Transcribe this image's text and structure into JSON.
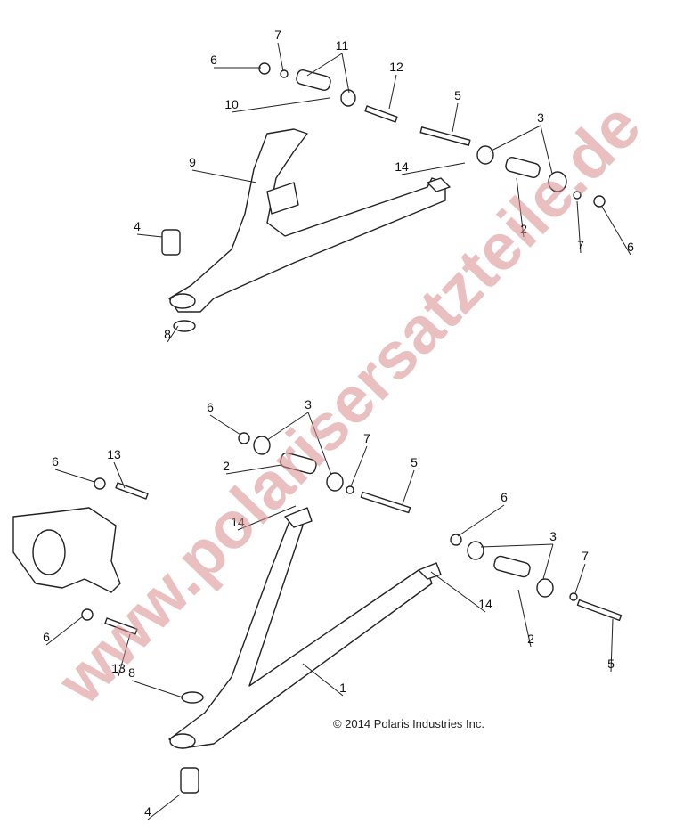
{
  "diagram": {
    "callouts": [
      "6",
      "7",
      "11",
      "12",
      "10",
      "5",
      "3",
      "14",
      "9",
      "4",
      "2",
      "7",
      "6",
      "8",
      "6",
      "3",
      "7",
      "2",
      "5",
      "13",
      "6",
      "14",
      "6",
      "3",
      "7",
      "14",
      "2",
      "5",
      "6",
      "13",
      "1",
      "8",
      "4"
    ],
    "copyright": "© 2014 Polaris Industries Inc.",
    "watermark": "www.polarisersatzteile.de",
    "line_color": "#222222",
    "watermark_color": "#d88a8a"
  }
}
